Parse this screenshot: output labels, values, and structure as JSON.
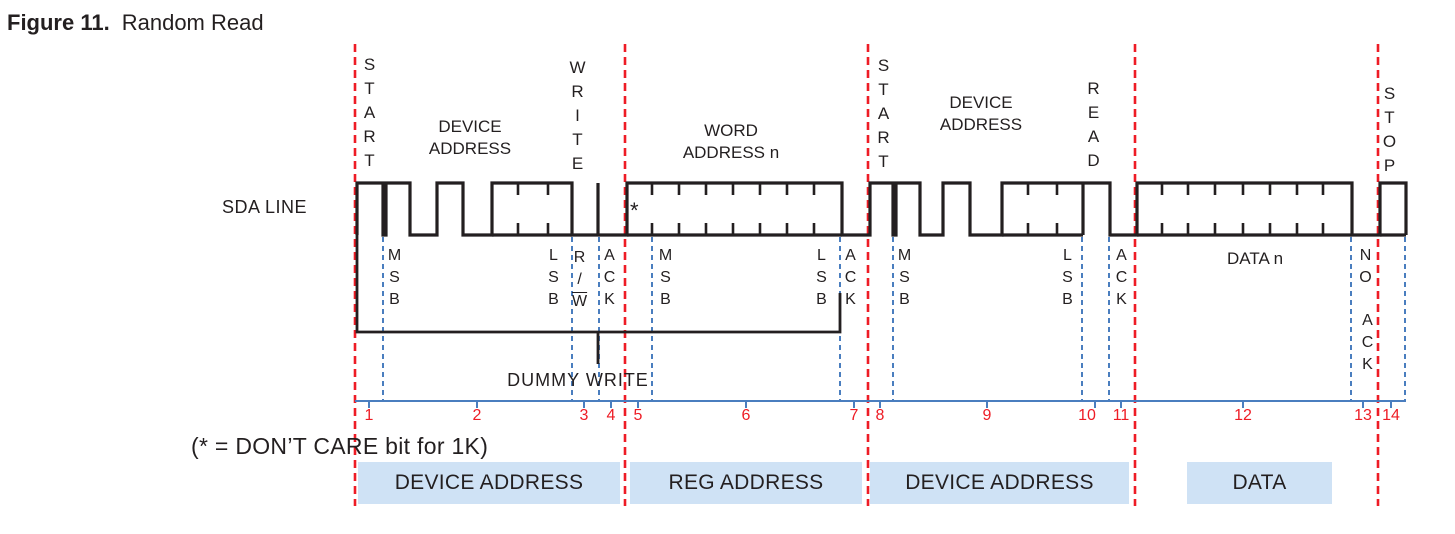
{
  "figure": {
    "label": "Figure 11.",
    "title": "Random Read"
  },
  "sda_line_label": "SDA LINE",
  "top_labels": {
    "start1": "START",
    "device_address1": "DEVICE ADDRESS",
    "write": "WRITE",
    "word_address": "WORD ADDRESS n",
    "start2": "START",
    "device_address2": "DEVICE ADDRESS",
    "read": "READ",
    "stop": "STOP"
  },
  "bit_labels": {
    "dev1_msb": "MSB",
    "dev1_lsb": "LSB",
    "rw": {
      "r": "R",
      "slash": "/",
      "w_bar": "W"
    },
    "ack1": "ACK",
    "word_msb": "MSB",
    "word_lsb": "LSB",
    "ack2": "ACK",
    "dev2_msb": "MSB",
    "dev2_lsb": "LSB",
    "ack3": "ACK",
    "data_label": "DATA n",
    "no": "NO",
    "no_ack": "ACK",
    "dont_care_bit": "*"
  },
  "dummy_write_label": "DUMMY WRITE",
  "footnote": "(* = DON’T CARE bit for 1K)",
  "bit_numbers": [
    "1",
    "2",
    "3",
    "4",
    "5",
    "6",
    "7",
    "8",
    "9",
    "10",
    "11",
    "12",
    "13",
    "14"
  ],
  "region_boxes": [
    {
      "label": "DEVICE ADDRESS"
    },
    {
      "label": "REG ADDRESS"
    },
    {
      "label": "DEVICE ADDRESS"
    },
    {
      "label": "DATA"
    }
  ],
  "colors": {
    "marker_red": "#ee1c25",
    "marker_blue": "#4a7ebf",
    "region_box_bg": "#cfe2f5",
    "waveform": "#231f20"
  }
}
